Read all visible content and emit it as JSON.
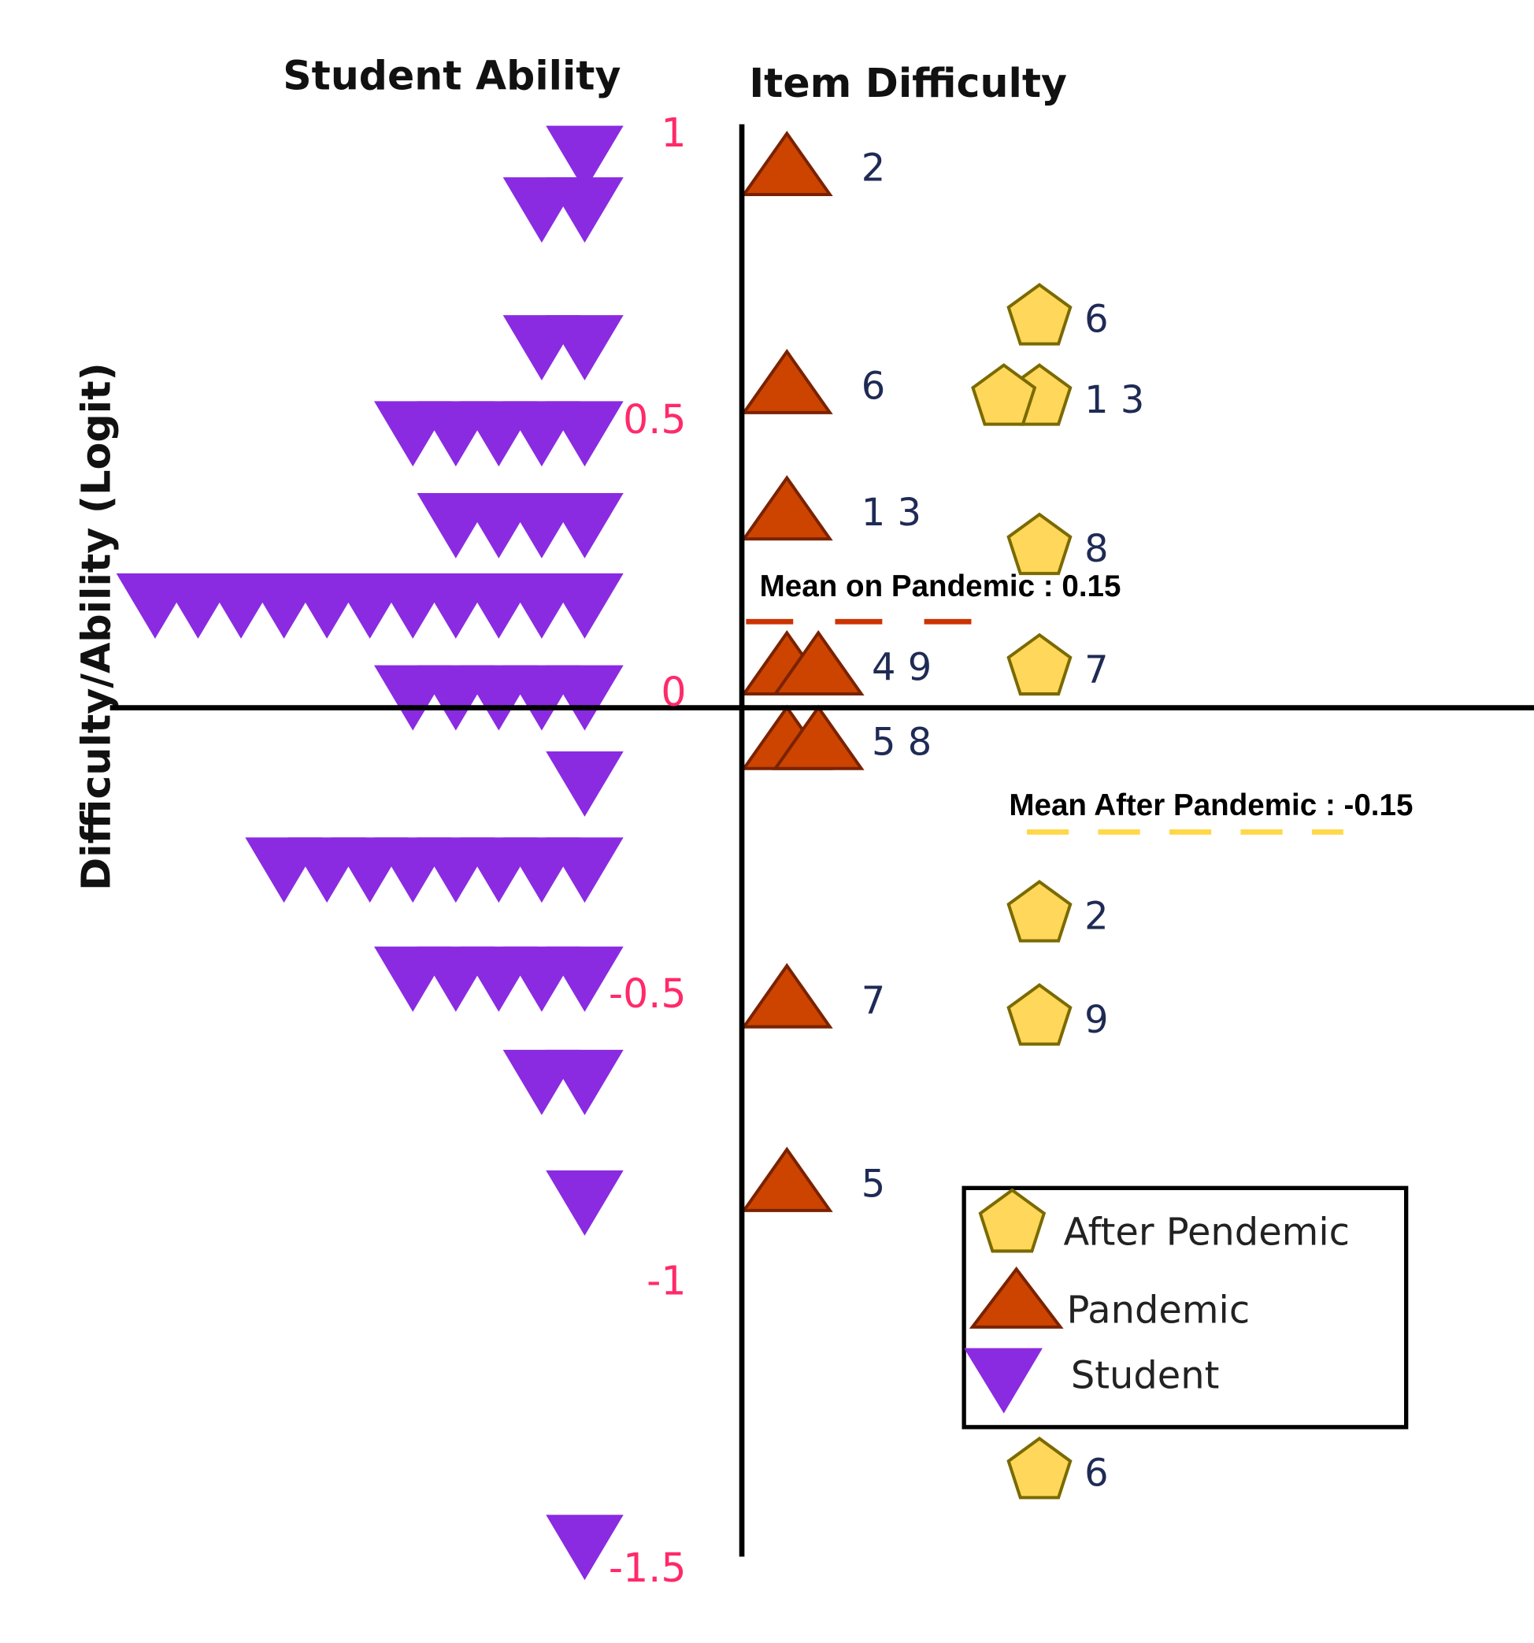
{
  "chart_data": {
    "type": "scatter",
    "title_left": "Student Ability",
    "title_right": "Item Difficulty",
    "ylabel": "Difficulty/Ability (Logit)",
    "ylim": [
      -1.5,
      1
    ],
    "yticks": [
      {
        "value": 1,
        "label": "1"
      },
      {
        "value": 0.5,
        "label": "0.5"
      },
      {
        "value": 0,
        "label": "0"
      },
      {
        "value": -0.5,
        "label": "-0.5"
      },
      {
        "value": -1,
        "label": "-1"
      },
      {
        "value": -1.5,
        "label": "-1.5"
      }
    ],
    "students": {
      "name": "Student",
      "color": "#8a2be2",
      "rows": [
        {
          "ability": 0.97,
          "count": 1
        },
        {
          "ability": 0.88,
          "count": 2
        },
        {
          "ability": 0.64,
          "count": 2
        },
        {
          "ability": 0.49,
          "count": 5
        },
        {
          "ability": 0.33,
          "count": 4
        },
        {
          "ability": 0.19,
          "count": 11
        },
        {
          "ability": 0.03,
          "count": 5
        },
        {
          "ability": -0.12,
          "count": 1
        },
        {
          "ability": -0.27,
          "count": 8
        },
        {
          "ability": -0.46,
          "count": 5
        },
        {
          "ability": -0.64,
          "count": 2
        },
        {
          "ability": -0.85,
          "count": 1
        },
        {
          "ability": -1.45,
          "count": 1
        }
      ]
    },
    "pandemic": {
      "name": "Pandemic",
      "color": "#cc4400",
      "points": [
        {
          "difficulty": 0.94,
          "markers": 1,
          "label": "2"
        },
        {
          "difficulty": 0.56,
          "markers": 1,
          "label": "6"
        },
        {
          "difficulty": 0.34,
          "markers": 1,
          "label": "1  3"
        },
        {
          "difficulty": 0.07,
          "markers": 2,
          "label": "4  9"
        },
        {
          "difficulty": -0.06,
          "markers": 2,
          "label": "5 8"
        },
        {
          "difficulty": -0.51,
          "markers": 1,
          "label": "7"
        },
        {
          "difficulty": -0.83,
          "markers": 1,
          "label": "5"
        }
      ]
    },
    "after_pandemic": {
      "name": "After Pendemic",
      "color": "#ffd75a",
      "points": [
        {
          "difficulty": 0.68,
          "markers": 1,
          "label": "6"
        },
        {
          "difficulty": 0.54,
          "markers": 2,
          "label": "1  3"
        },
        {
          "difficulty": 0.28,
          "markers": 1,
          "label": "8"
        },
        {
          "difficulty": 0.07,
          "markers": 1,
          "label": "7"
        },
        {
          "difficulty": -0.36,
          "markers": 1,
          "label": "2"
        },
        {
          "difficulty": -0.54,
          "markers": 1,
          "label": "9"
        },
        {
          "difficulty": -1.33,
          "markers": 1,
          "label": "6"
        }
      ]
    },
    "annotations": [
      {
        "text": "Mean on Pandemic : 0.15",
        "value": 0.15,
        "color": "#cc3300"
      },
      {
        "text": "Mean After Pandemic : -0.15",
        "value": -0.15,
        "color": "#ffd84a"
      }
    ],
    "legend": {
      "placement": "bottom-right",
      "entries": [
        "After Pendemic",
        "Pandemic",
        "Student"
      ]
    }
  }
}
